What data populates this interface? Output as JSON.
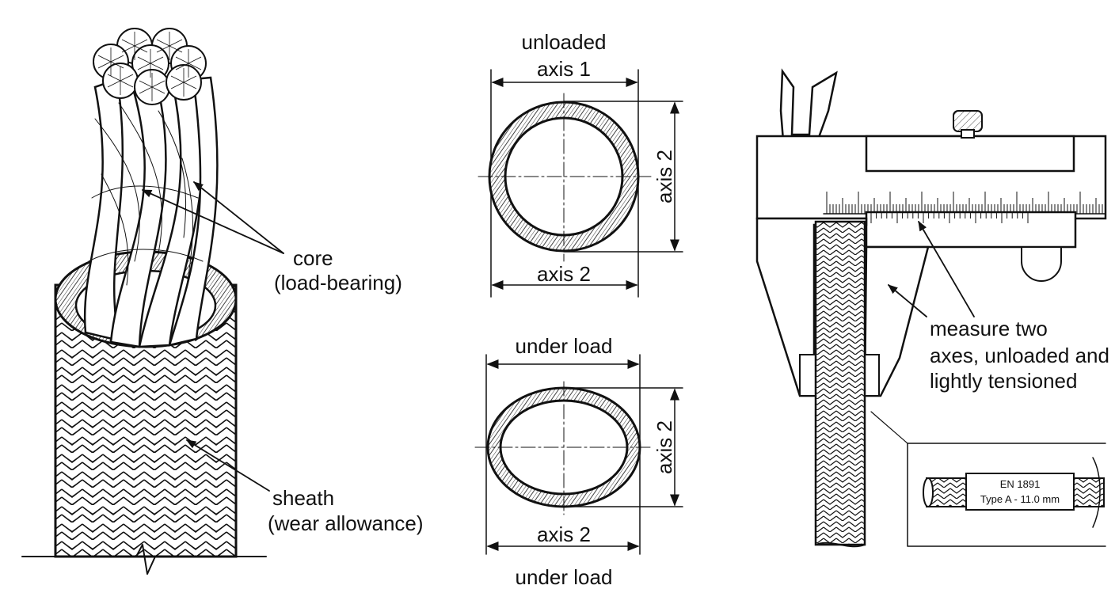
{
  "rope": {
    "core_label_1": "core",
    "core_label_2": "(load-bearing)",
    "sheath_label_1": "sheath",
    "sheath_label_2": "(wear allowance)"
  },
  "unloaded": {
    "title": "unloaded",
    "top_dim": "axis 1",
    "side_dim": "axis 2",
    "bottom_dim": "axis 2"
  },
  "loaded": {
    "top_label": "under load",
    "side_dim": "axis 2",
    "bottom_dim": "axis 2",
    "footer": "under load"
  },
  "caliper": {
    "note_1": "measure two",
    "note_2": "axes, unloaded and",
    "note_3": "lightly tensioned",
    "tag_line_1": "EN 1891",
    "tag_line_2": "Type A - 11.0 mm"
  }
}
